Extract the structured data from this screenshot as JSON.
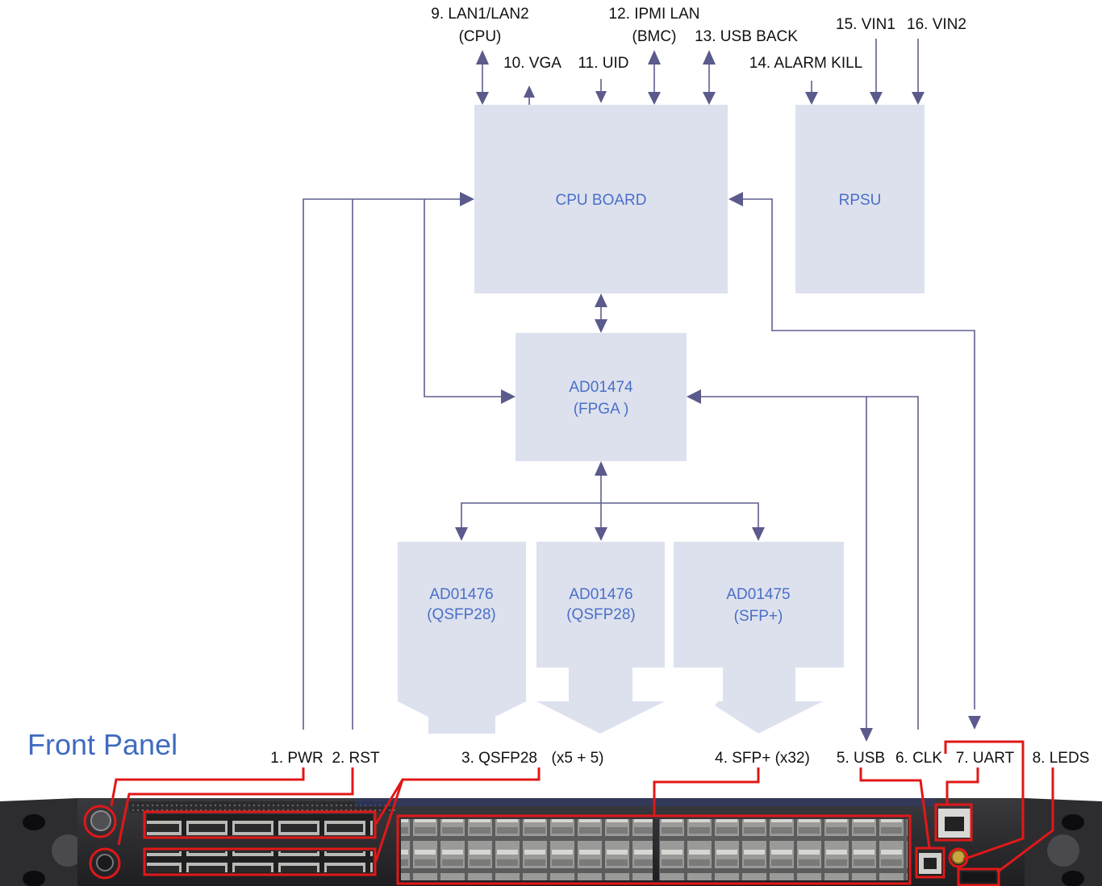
{
  "colors": {
    "block_fill": "#dde1ee",
    "block_text": "#4a6fc7",
    "connector": "#5f5e8f",
    "callout": "#e01818",
    "front_title": "#3f6bbf",
    "chassis": "#2b2b2e"
  },
  "blocks": {
    "cpu": {
      "lines": [
        "CPU BOARD"
      ]
    },
    "rpsu": {
      "lines": [
        "RPSU"
      ]
    },
    "fpga": {
      "lines": [
        "AD01474",
        "(FPGA )"
      ]
    },
    "qsfp_a": {
      "lines": [
        "AD01476",
        "(QSFP28)"
      ]
    },
    "qsfp_b": {
      "lines": [
        "AD01476",
        "(QSFP28)"
      ]
    },
    "sfp": {
      "lines": [
        "AD01475",
        "(SFP+)"
      ]
    }
  },
  "top_labels": {
    "lan": [
      "9. LAN1/LAN2",
      "(CPU)"
    ],
    "vga": "10. VGA",
    "uid": "11. UID",
    "ipmi": [
      "12. IPMI LAN",
      "(BMC)"
    ],
    "usb_back": "13. USB BACK",
    "alarm_kill": "14. ALARM KILL",
    "vin1": "15. VIN1",
    "vin2": "16. VIN2"
  },
  "front_panel": {
    "title": "Front Panel",
    "labels": {
      "pwr": "1. PWR",
      "rst": "2. RST",
      "qsfp28": "3. QSFP28",
      "qsfp28_count": "(x5 + 5)",
      "sfp": "4. SFP+ (x32)",
      "usb": "5. USB",
      "clk": "6. CLK",
      "uart": "7. UART",
      "leds": "8. LEDS"
    }
  }
}
